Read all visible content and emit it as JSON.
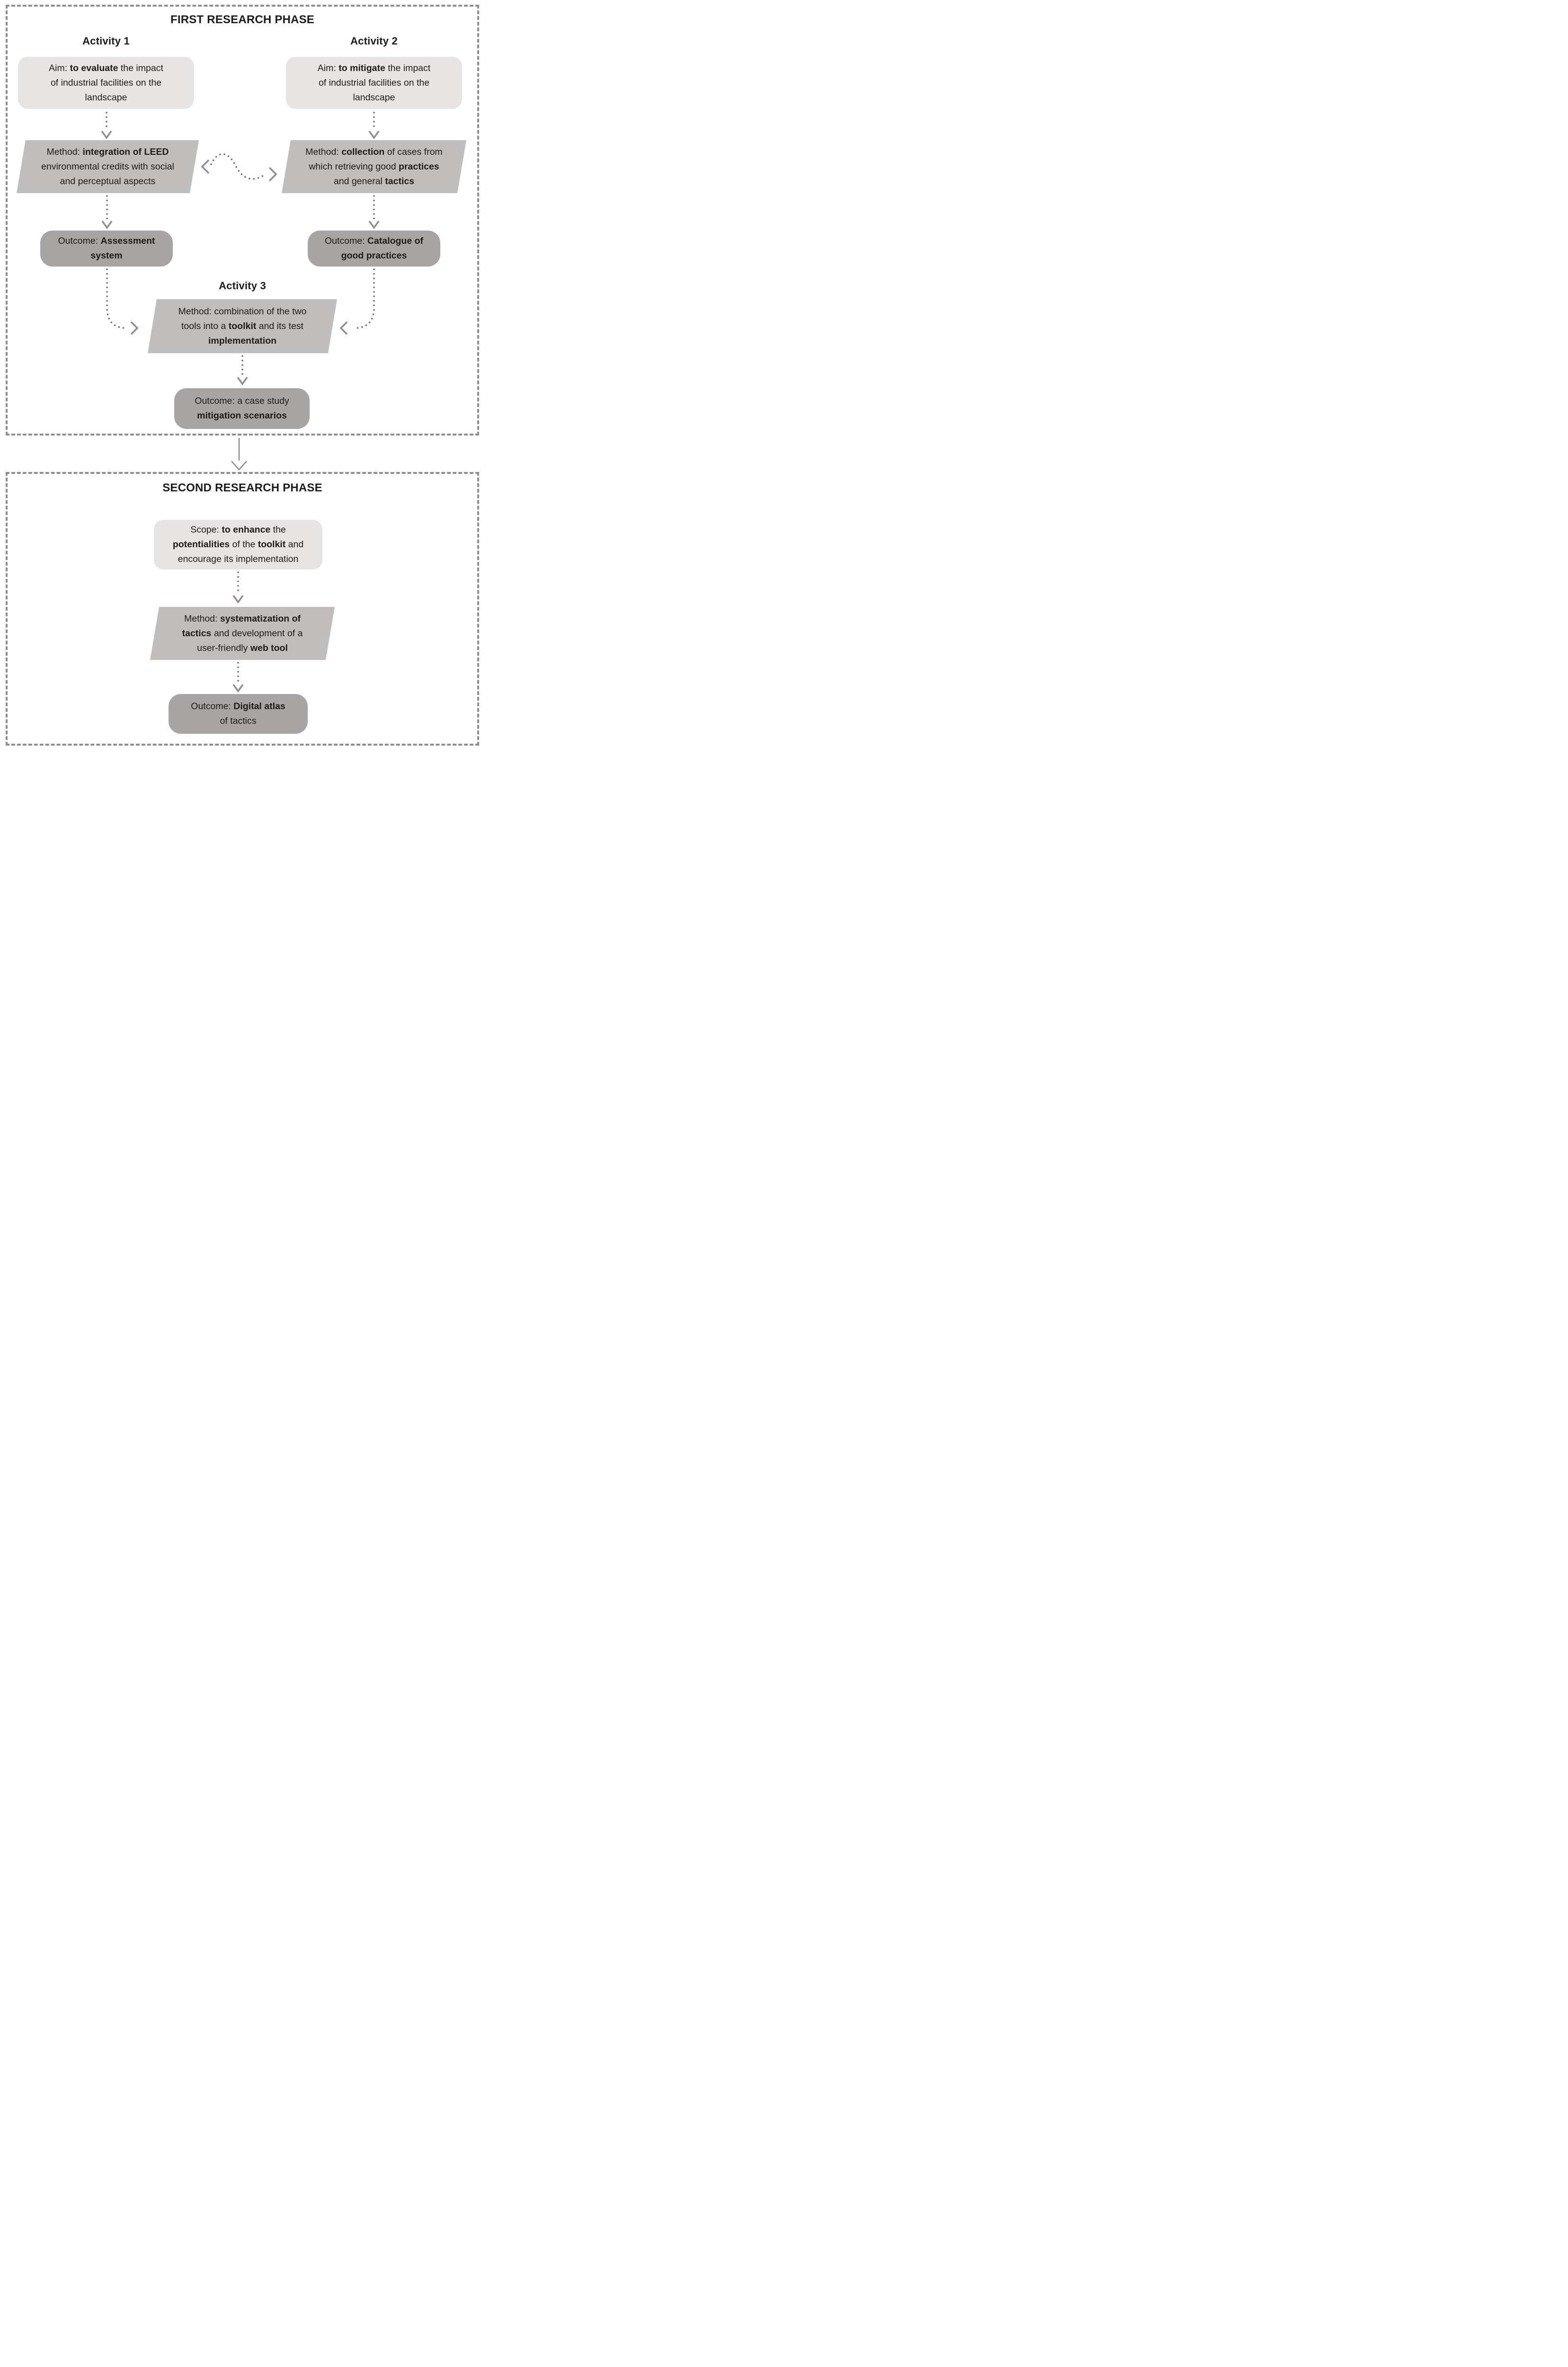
{
  "diagram": {
    "colors": {
      "aim_fill": "#e6e5e4",
      "method_fill": "#bfbebc",
      "outcome_fill": "#a7a5a3",
      "frame_dash": "#8d8d8d",
      "arrow": "#8f8e8d",
      "dots": "#6f6e6d",
      "text": "#1c1b1a",
      "background": "#ffffff"
    },
    "phase1": {
      "title": "FIRST RESEARCH PHASE",
      "activity1_label": "Activity 1",
      "activity2_label": "Activity 2",
      "activity3_label": "Activity 3",
      "aim1_segments": [
        {
          "t": "Aim: "
        },
        {
          "t": "to evaluate",
          "b": 1
        },
        {
          "t": " the impact\nof industrial facilities on the\nlandscape"
        }
      ],
      "method1_segments": [
        {
          "t": "Method: "
        },
        {
          "t": "integration of LEED",
          "b": 1
        },
        {
          "t": "\nenvironmental credits with social\nand perceptual aspects"
        }
      ],
      "outcome1_segments": [
        {
          "t": "Outcome: "
        },
        {
          "t": "Assessment\nsystem",
          "b": 1
        }
      ],
      "aim2_segments": [
        {
          "t": "Aim: "
        },
        {
          "t": "to mitigate",
          "b": 1
        },
        {
          "t": " the impact\nof industrial facilities on the\nlandscape"
        }
      ],
      "method2_segments": [
        {
          "t": "Method: "
        },
        {
          "t": "collection",
          "b": 1
        },
        {
          "t": " of cases from\nwhich retrieving good "
        },
        {
          "t": "practices",
          "b": 1
        },
        {
          "t": "\nand general "
        },
        {
          "t": "tactics",
          "b": 1
        }
      ],
      "outcome2_segments": [
        {
          "t": "Outcome: "
        },
        {
          "t": "Catalogue of\ngood practices",
          "b": 1
        }
      ],
      "method3_segments": [
        {
          "t": "Method: combination of the two\ntools into a "
        },
        {
          "t": "toolkit",
          "b": 1
        },
        {
          "t": " and its test\n"
        },
        {
          "t": "implementation",
          "b": 1
        }
      ],
      "outcome3_segments": [
        {
          "t": "Outcome: a case study\n"
        },
        {
          "t": "mitigation scenarios",
          "b": 1
        }
      ]
    },
    "phase2": {
      "title": "SECOND RESEARCH PHASE",
      "scope_segments": [
        {
          "t": "Scope: "
        },
        {
          "t": "to enhance",
          "b": 1
        },
        {
          "t": " the\n"
        },
        {
          "t": "potentialities",
          "b": 1
        },
        {
          "t": " of the "
        },
        {
          "t": "toolkit",
          "b": 1
        },
        {
          "t": " and\nencourage its implementation"
        }
      ],
      "method_segments": [
        {
          "t": "Method: "
        },
        {
          "t": "systematization of\ntactics",
          "b": 1
        },
        {
          "t": " and development of a\nuser-friendly "
        },
        {
          "t": "web tool",
          "b": 1
        }
      ],
      "outcome_segments": [
        {
          "t": "Outcome: "
        },
        {
          "t": "Digital atlas",
          "b": 1
        },
        {
          "t": "\nof tactics"
        }
      ]
    }
  }
}
